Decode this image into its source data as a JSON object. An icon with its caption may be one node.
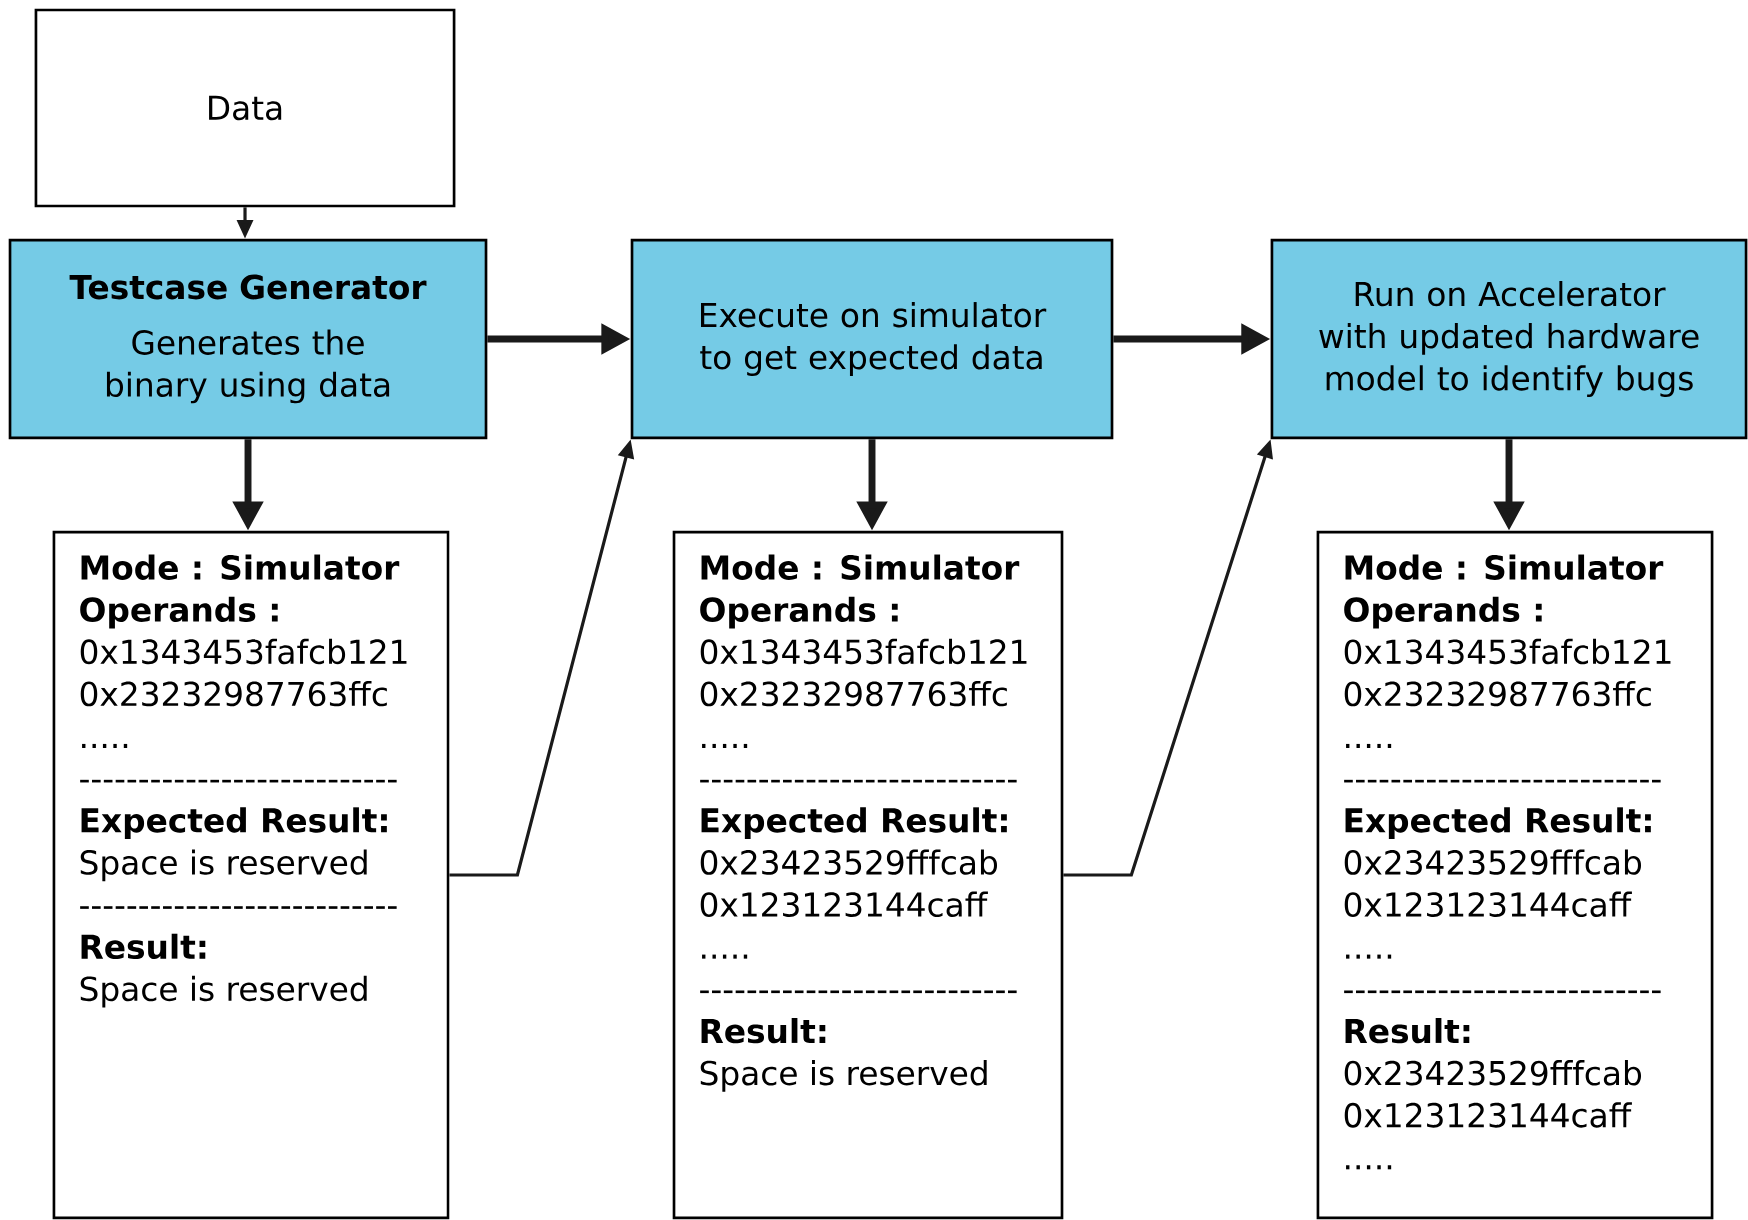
{
  "diagram": {
    "nodes": [
      {
        "text": [
          "Data"
        ]
      },
      {
        "text": [
          "Testcase Generator",
          "Generates the binary using data"
        ]
      },
      {
        "text": [
          "Execute on simulator to get expected data"
        ]
      },
      {
        "text": [
          "Run on Accelerator with updated hardware model to identify bugs"
        ]
      },
      {
        "text": [
          "Mode : Simulator",
          "Operands :",
          "0x1343453fafcb121",
          "0x23232987763ffc",
          ".....",
          "---------------------------",
          "Expected Result:",
          "Space is reserved",
          "---------------------------",
          "Result:",
          "Space is reserved"
        ]
      },
      {
        "text": [
          "Mode : Simulator",
          "Operands :",
          "0x1343453fafcb121",
          "0x23232987763ffc",
          ".....",
          "---------------------------",
          "Expected Result:",
          "0x23423529fffcab",
          "0x123123144caff",
          ".....",
          "---------------------------",
          "Result:",
          "Space is reserved"
        ]
      },
      {
        "text": [
          "Mode : Simulator",
          "Operands :",
          "0x1343453fafcb121",
          "0x23232987763ffc",
          ".....",
          "---------------------------",
          "Expected Result:",
          "0x23423529fffcab",
          "0x123123144caff",
          ".....",
          "---------------------------",
          "Result:",
          "0x23423529fffcab",
          "0x123123144caff",
          "....."
        ]
      }
    ],
    "edges": [
      {
        "from": 0,
        "to": 1,
        "arrow": "to"
      },
      {
        "from": 1,
        "to": 2,
        "arrow": "to"
      },
      {
        "from": 2,
        "to": 3,
        "arrow": "to"
      },
      {
        "from": 1,
        "to": 4,
        "arrow": "to"
      },
      {
        "from": 2,
        "to": 5,
        "arrow": "to"
      },
      {
        "from": 3,
        "to": 6,
        "arrow": "to"
      },
      {
        "from": 4,
        "to": 2,
        "arrow": "to"
      },
      {
        "from": 5,
        "to": 3,
        "arrow": "to"
      }
    ]
  }
}
